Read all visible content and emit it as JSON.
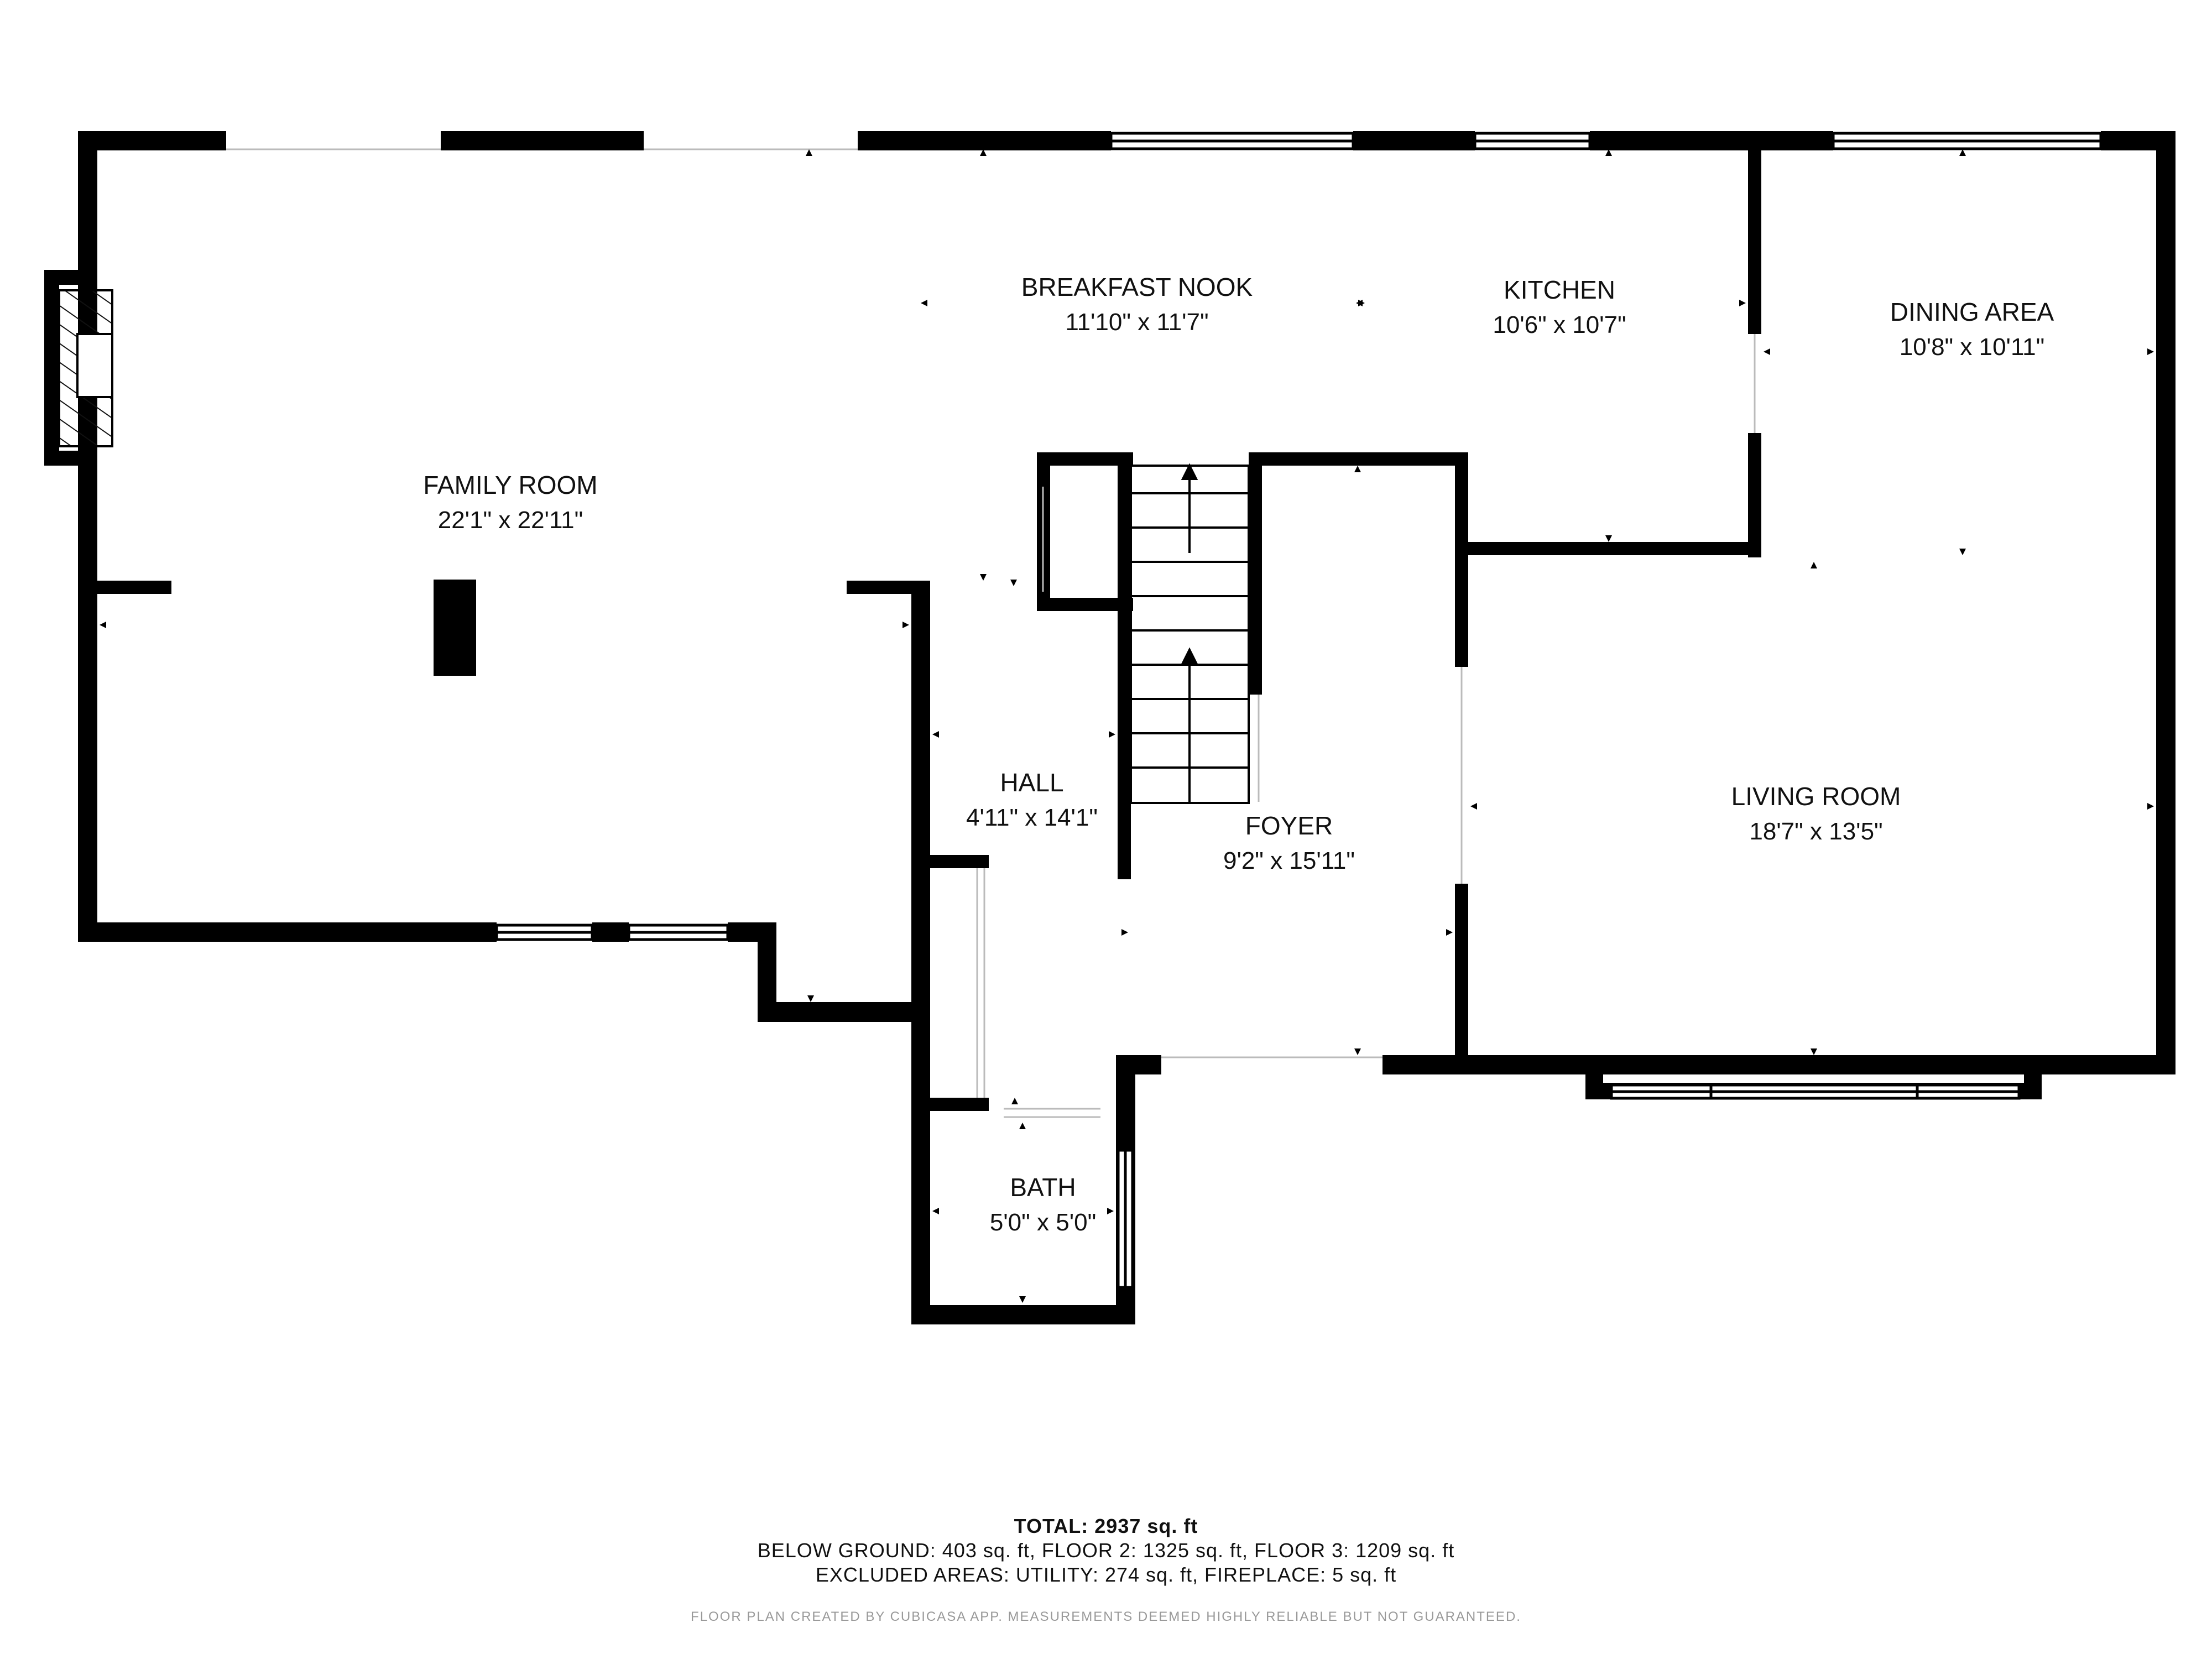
{
  "rooms": [
    {
      "id": "family-room",
      "name": "FAMILY ROOM",
      "dims": "22'1\" x 22'11\""
    },
    {
      "id": "breakfast-nook",
      "name": "BREAKFAST NOOK",
      "dims": "11'10\" x 11'7\""
    },
    {
      "id": "kitchen",
      "name": "KITCHEN",
      "dims": "10'6\" x 10'7\""
    },
    {
      "id": "dining-area",
      "name": "DINING AREA",
      "dims": "10'8\" x 10'11\""
    },
    {
      "id": "hall",
      "name": "HALL",
      "dims": "4'11\" x 14'1\""
    },
    {
      "id": "foyer",
      "name": "FOYER",
      "dims": "9'2\" x 15'11\""
    },
    {
      "id": "living-room",
      "name": "LIVING ROOM",
      "dims": "18'7\" x 13'5\""
    },
    {
      "id": "bath",
      "name": "BATH",
      "dims": "5'0\" x 5'0\""
    }
  ],
  "summary": {
    "total_label": "TOTAL:",
    "total_value": "2937 sq. ft",
    "line2": "BELOW GROUND: 403 sq. ft, FLOOR 2: 1325 sq. ft, FLOOR 3: 1209 sq. ft",
    "line3": "EXCLUDED AREAS: UTILITY: 274 sq. ft, FIREPLACE: 5 sq. ft"
  },
  "disclaimer": "FLOOR PLAN CREATED BY CUBICASA APP. MEASUREMENTS DEEMED HIGHLY RELIABLE BUT NOT GUARANTEED."
}
